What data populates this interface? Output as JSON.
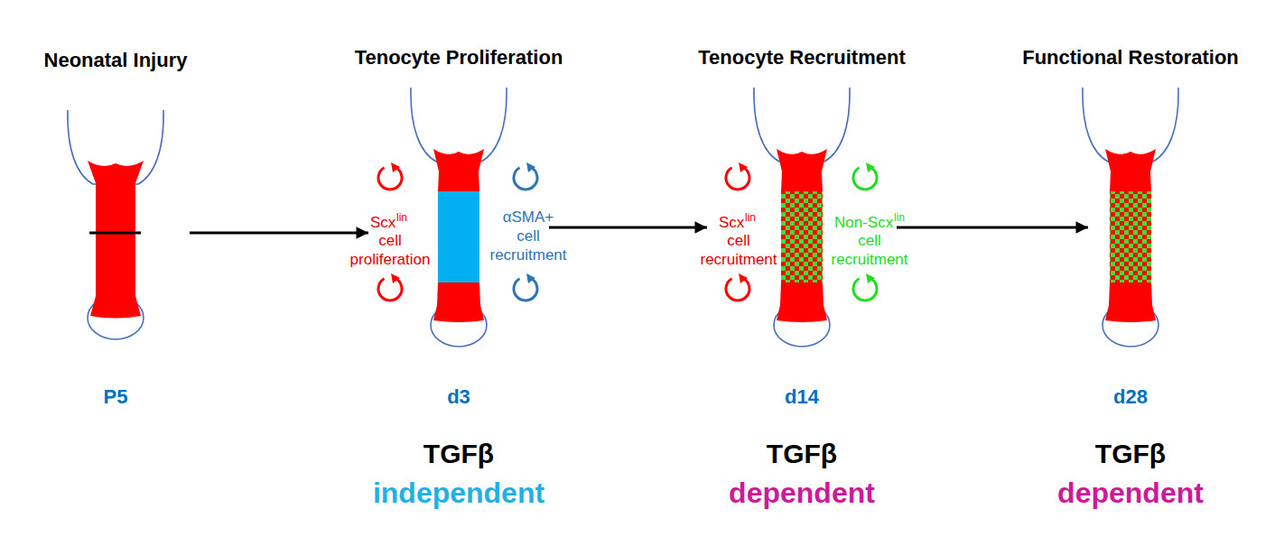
{
  "diagram": {
    "nodes": [
      {
        "text": [
          "Neonatal Injury",
          "P5"
        ]
      },
      {
        "text": [
          "Tenocyte Proliferation",
          "d3",
          "TGFβ",
          "independent"
        ]
      },
      {
        "text": [
          "Tenocyte Recruitment",
          "d14",
          "TGFβ",
          "dependent"
        ]
      },
      {
        "text": [
          "Functional Restoration",
          "d28",
          "TGFβ",
          "dependent"
        ]
      }
    ],
    "edges": [
      {
        "from": 0,
        "to": 1,
        "arrow": "to"
      },
      {
        "from": 1,
        "to": 2,
        "arrow": "to"
      },
      {
        "from": 2,
        "to": 3,
        "arrow": "to"
      }
    ],
    "labels": [
      "Scx",
      "lin",
      "cell proliferation",
      "αSMA+ cell recruitment",
      "Scx",
      "lin",
      "cell recruitment",
      "Non-Scx",
      "lin",
      "cell recruitment"
    ]
  }
}
